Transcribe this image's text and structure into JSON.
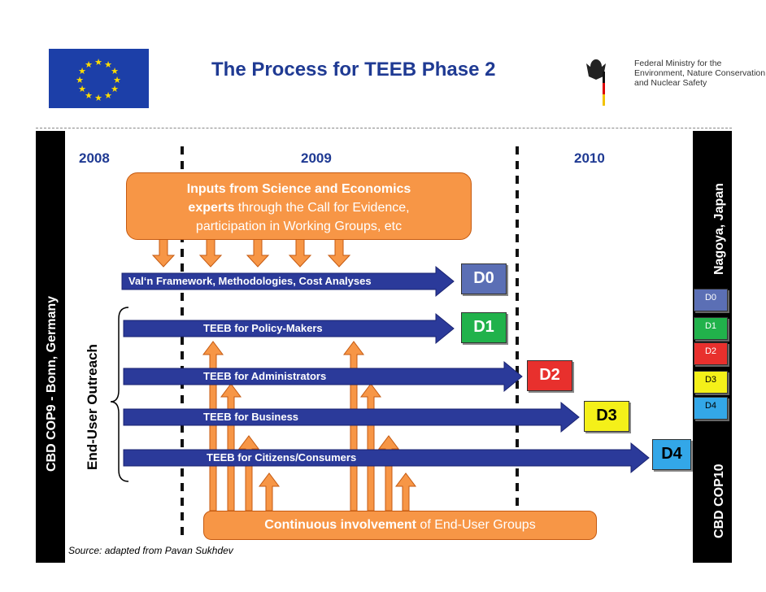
{
  "header": {
    "title": "The Process for TEEB Phase 2",
    "ministry_lines": [
      "Federal Ministry for the",
      "Environment, Nature Conservation",
      "and Nuclear Safety"
    ]
  },
  "sidebars": {
    "left": "CBD COP9 - Bonn, Germany",
    "right_top": "Nagoya, Japan",
    "right_bottom": "CBD COP10",
    "outreach": "End-User Outreach"
  },
  "years": [
    "2008",
    "2009",
    "2010"
  ],
  "inputs": {
    "line1": "Inputs from Science and Economics",
    "line2_bold": "experts",
    "line2_rest": " through the Call for Evidence,",
    "line3": "participation in Working Groups, etc"
  },
  "streams": [
    {
      "label": "Val‘n Framework, Methodologies, Cost Analyses",
      "deliverable": "D0"
    },
    {
      "label": "TEEB for Policy-Makers",
      "deliverable": "D1"
    },
    {
      "label": "TEEB for Administrators",
      "deliverable": "D2"
    },
    {
      "label": "TEEB for Business",
      "deliverable": "D3"
    },
    {
      "label": "TEEB for Citizens/Consumers",
      "deliverable": "D4"
    }
  ],
  "deliverable_colors": {
    "D0": "#5b6fb5",
    "D1": "#21b24b",
    "D2": "#e8302d",
    "D3": "#f4f019",
    "D4": "#33a7e8"
  },
  "continuous": {
    "bold": "Continuous involvement",
    "rest": " of End-User Groups"
  },
  "source": "Source:  adapted from Pavan Sukhdev",
  "colors": {
    "bar": "#2b3a9a",
    "orange": "#f79646"
  }
}
